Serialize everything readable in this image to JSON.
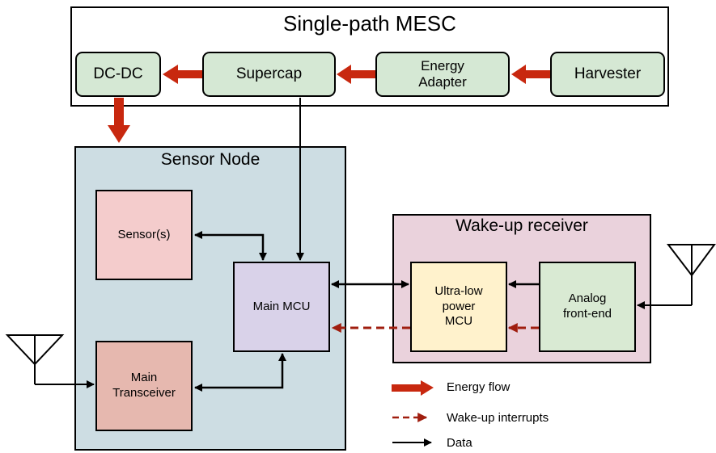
{
  "mesc": {
    "title": "Single-path MESC",
    "dcdc": "DC-DC",
    "supercap": "Supercap",
    "energy_adapter_line1": "Energy",
    "energy_adapter_line2": "Adapter",
    "harvester": "Harvester"
  },
  "sensor_node": {
    "title": "Sensor Node",
    "sensors": "Sensor(s)",
    "main_mcu": "Main MCU",
    "transceiver_line1": "Main",
    "transceiver_line2": "Transceiver"
  },
  "wake_up_receiver": {
    "title": "Wake-up receiver",
    "mcu_line1": "Ultra-low",
    "mcu_line2": "power",
    "mcu_line3": "MCU",
    "afe_line1": "Analog",
    "afe_line2": "front-end"
  },
  "legend": {
    "energy_flow": "Energy flow",
    "wake_up_interrupts": "Wake-up interrupts",
    "data": "Data"
  },
  "colors": {
    "energy_arrow": "#c8280f",
    "interrupt_arrow": "#a01e0f",
    "green_box": "#d5e8d4",
    "sensor_node_bg": "#cddde3",
    "wur_bg": "#ead2dc",
    "sensor_box": "#f4cccc",
    "mcu_box": "#d9d2e9",
    "transceiver_box": "#e6b8af",
    "ulp_mcu_box": "#fff2cc"
  }
}
